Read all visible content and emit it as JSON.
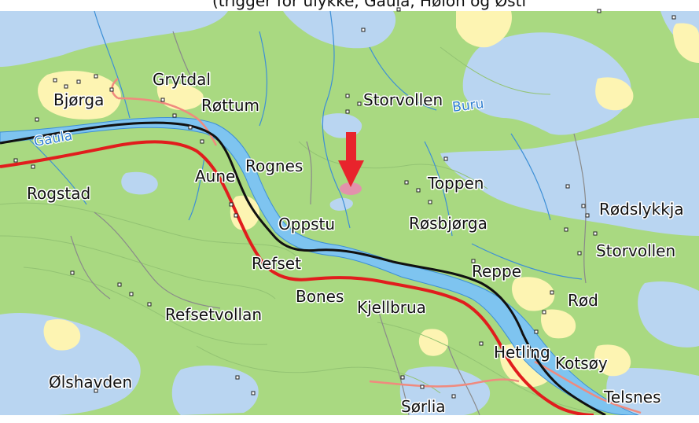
{
  "map": {
    "top_caption": "(trigger for ulykke, Gaula, Hølon og Østl",
    "colors": {
      "water": "#b9d5f1",
      "forest": "#a9d981",
      "open_land": "#fdf4b2",
      "river": "#7ec4f0",
      "road_main": "#e11d1d",
      "road_secondary": "#f08a7e",
      "railway": "#111111",
      "marker": "#e8242c",
      "highlight": "#e88ab0"
    },
    "water_labels": {
      "gaula": "Gaula",
      "buru": "Buru"
    },
    "places": {
      "bjorga": "Bjørga",
      "grytdal": "Grytdal",
      "rottum": "Røttum",
      "storvollen_north": "Storvollen",
      "rognes": "Rognes",
      "aune": "Aune",
      "rogstad": "Rogstad",
      "toppen": "Toppen",
      "rodslykkja": "Rødslykkja",
      "oppstu": "Oppstu",
      "rosbjorga": "Røsbjørga",
      "storvollen_east": "Storvollen",
      "refset": "Refset",
      "reppe": "Reppe",
      "bones": "Bones",
      "kjellbrua": "Kjellbrua",
      "rod": "Rød",
      "refsetvollan": "Refsetvollan",
      "hetling": "Hetling",
      "kotsoy": "Kotsøy",
      "olshavden": "Ølshavden",
      "telsnes": "Telsnes",
      "sorlia": "Sørlia"
    },
    "icons": [
      "location-arrow-icon"
    ]
  }
}
